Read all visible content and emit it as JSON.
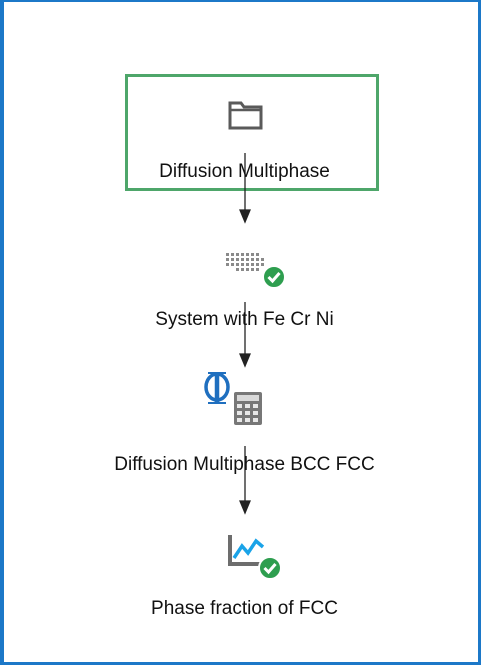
{
  "tree": {
    "nodes": [
      {
        "label": "Diffusion Multiphase",
        "icon": "folder-icon",
        "selected": true
      },
      {
        "label": "System with Fe Cr Ni",
        "icon": "system-definer-check-icon"
      },
      {
        "label": "Diffusion Multiphase BCC FCC",
        "icon": "diffusion-calculator-icon"
      },
      {
        "label": "Phase fraction of FCC",
        "icon": "plot-renderer-check-icon"
      }
    ]
  },
  "colors": {
    "frame_border": "#1c78c8",
    "selection_border": "#4ea66a",
    "check_badge": "#2e9e4f",
    "chart_line": "#1aa3e8",
    "icon_gray": "#6d6d6d"
  }
}
